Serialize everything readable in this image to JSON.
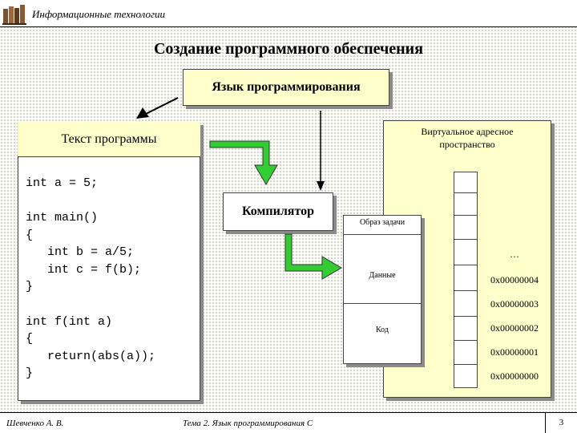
{
  "header": {
    "title": "Информационные технологии"
  },
  "slide": {
    "title": "Создание программного обеспечения"
  },
  "diagram": {
    "language_box": "Язык программирования",
    "program_text_box": "Текст программы",
    "compiler_box": "Компилятор",
    "vas_title_line1": "Виртуальное адресное",
    "vas_title_line2": "пространство",
    "task_image": "Образ задачи",
    "task_data": "Данные",
    "task_code": "Код",
    "ellipsis": "…",
    "addresses": [
      "0x00000004",
      "0x00000003",
      "0x00000002",
      "0x00000001",
      "0x00000000"
    ]
  },
  "code": {
    "lines": [
      "int a = 5;",
      "",
      "int main()",
      "{",
      "   int b = a/5;",
      "   int c = f(b);",
      "}",
      "",
      "int f(int a)",
      "{",
      "   return(abs(a));",
      "}"
    ]
  },
  "footer": {
    "author": "Шевченко А. В.",
    "topic": "Тема 2. Язык программирования С",
    "page": "3"
  }
}
